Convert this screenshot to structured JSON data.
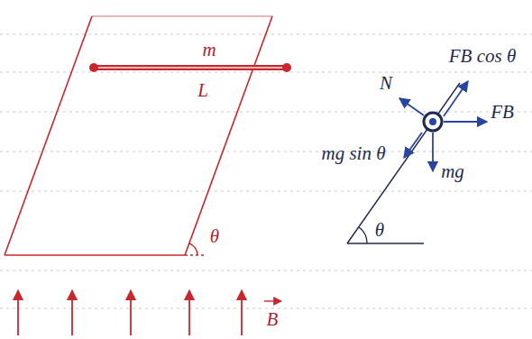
{
  "diagram": {
    "labels": [
      "m",
      "L",
      "θ",
      "B",
      "N",
      "FB cos θ",
      "FB",
      "mg sin θ",
      "mg",
      "θ"
    ]
  }
}
